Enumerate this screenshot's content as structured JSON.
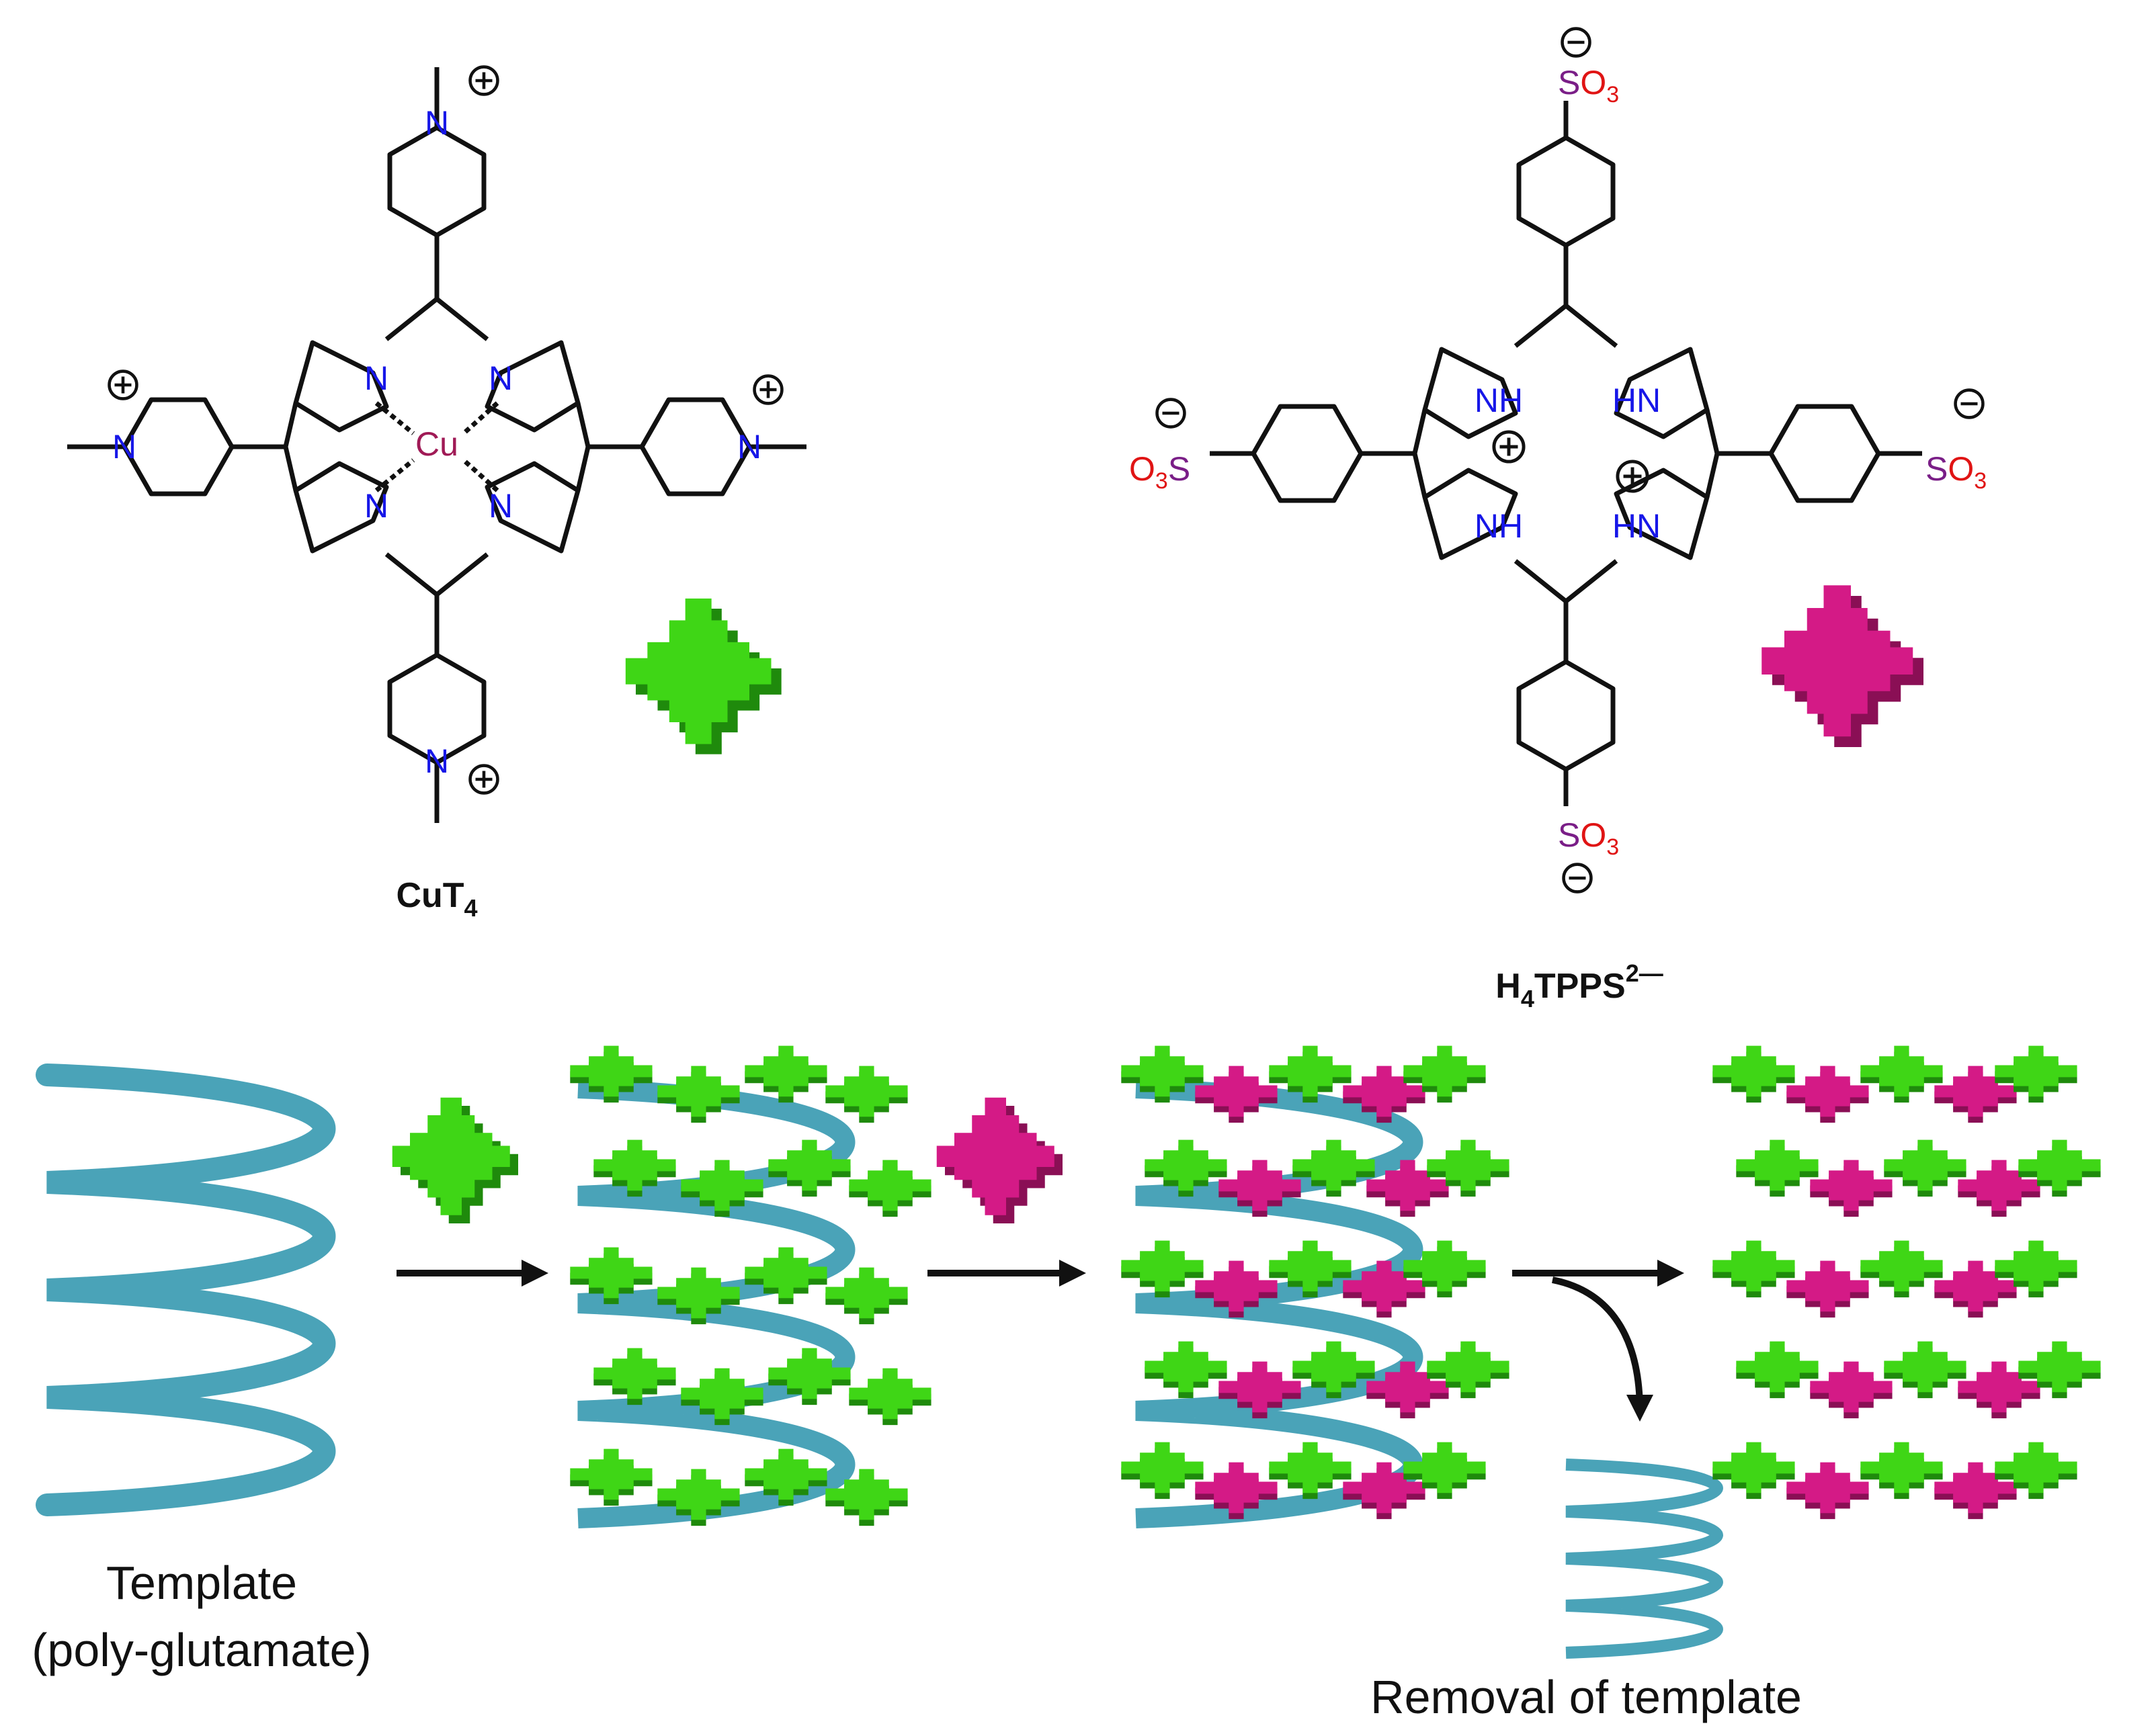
{
  "molecules": {
    "cut4": {
      "label": "CuT",
      "label_sub": "4",
      "metal": "Cu",
      "nitrogen": "N",
      "shape_color": "#3fd616"
    },
    "h4tpps": {
      "label_prefix": "H",
      "label_sub": "4",
      "label_main": "TPPS",
      "label_sup": "2—",
      "nh": "NH",
      "hn": "HN",
      "sulfur": "S",
      "oxygen": "O",
      "o_sub": "3",
      "shape_color": "#d41a86"
    },
    "charges": {
      "plus": "⊕",
      "minus": "⊖"
    }
  },
  "steps": {
    "template_line1": "Template",
    "template_line2": "(poly-glutamate)",
    "removal": "Removal of template"
  },
  "colors": {
    "ribbon": "#4aa3b8",
    "green": "#3fd616",
    "green_dark": "#1f8a0c",
    "magenta": "#d41a86",
    "magenta_dark": "#8a0f55",
    "bond": "#111111"
  }
}
